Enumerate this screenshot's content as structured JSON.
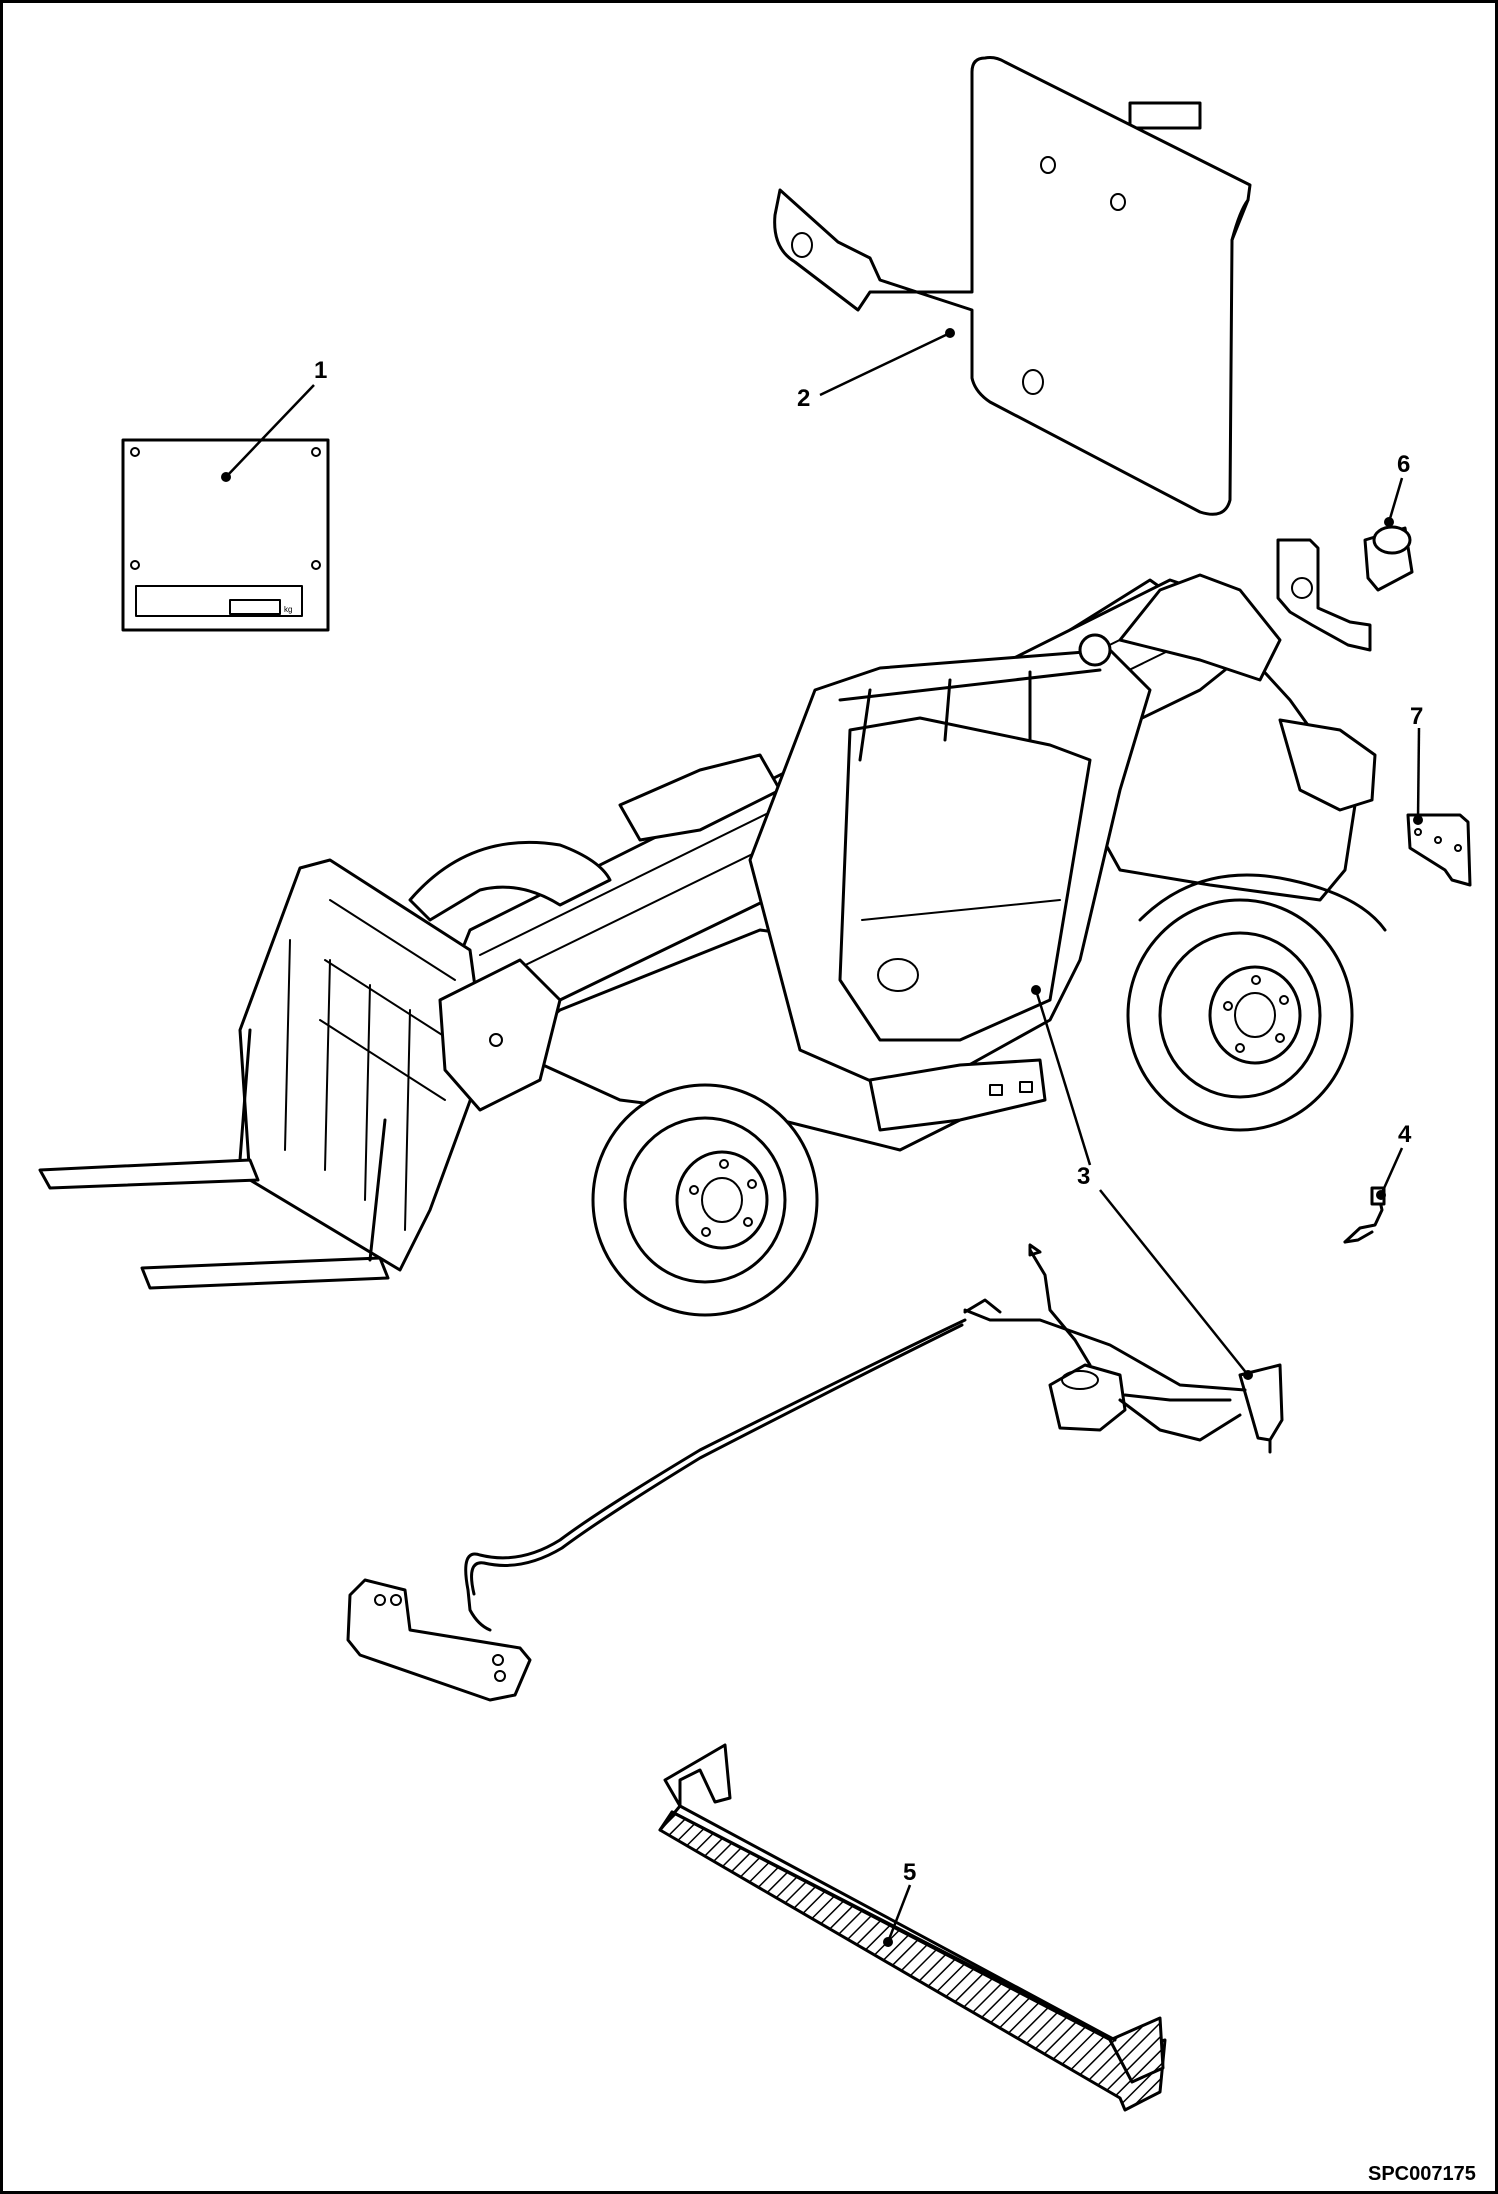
{
  "callouts": {
    "c1": "1",
    "c2": "2",
    "c3": "3",
    "c4": "4",
    "c5": "5",
    "c6": "6",
    "c7": "7"
  },
  "plate": {
    "line1": "",
    "line2": "kg"
  },
  "reference_code": "SPC007175"
}
